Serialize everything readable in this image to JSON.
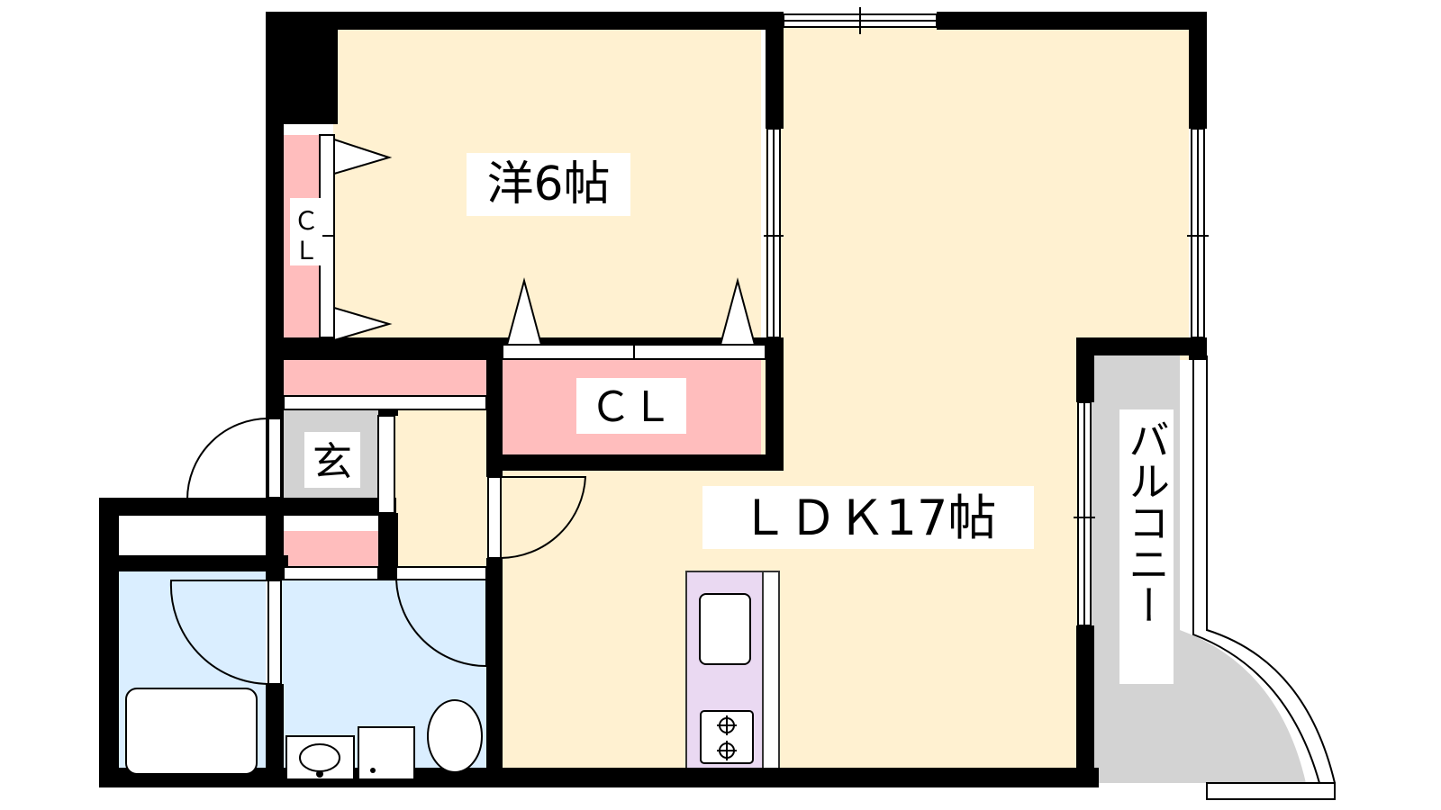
{
  "rooms": {
    "western": {
      "name": "洋6帖"
    },
    "ldk": {
      "name": "ＬＤＫ17帖"
    },
    "entrance": {
      "name": "玄"
    },
    "balcony": {
      "name": "バルコニー"
    },
    "closet_main": {
      "name": "ＣＬ"
    },
    "closet_side": {
      "line1": "Ｃ",
      "line2": "Ｌ"
    }
  },
  "colors": {
    "room": "#fff1d1",
    "closet": "#ffbdbd",
    "wet_area": "#daeeff",
    "kitchen": "#ead9f2",
    "balcony": "#d3d3d3",
    "entrance": "#d2d2d2",
    "wall": "#000000"
  }
}
